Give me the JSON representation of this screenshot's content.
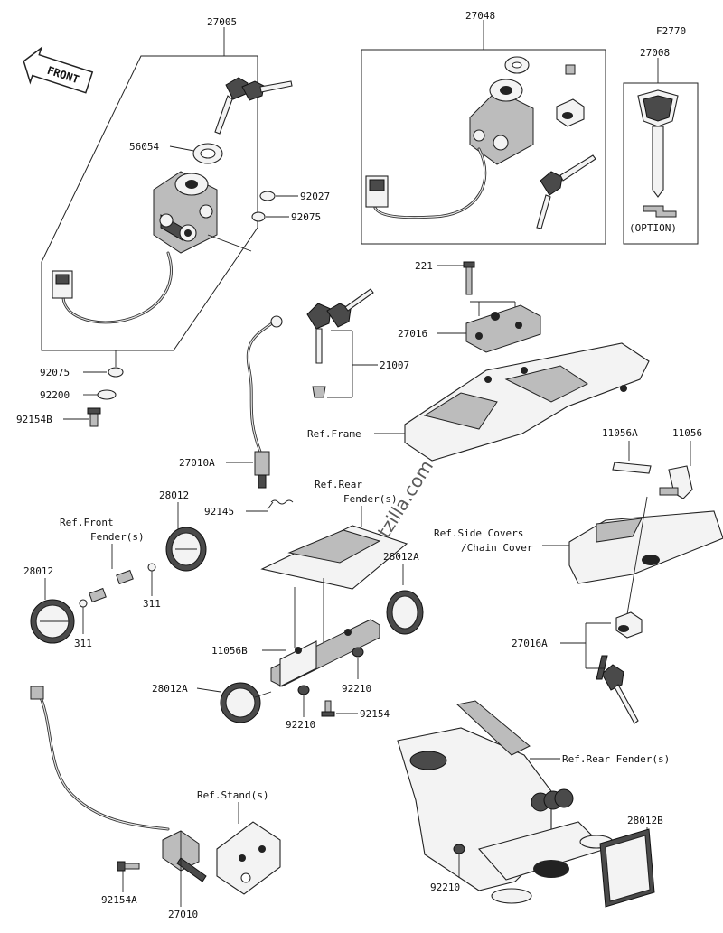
{
  "diagram": {
    "code": "F2770",
    "watermark": "© Partzilla.com",
    "front_label": "FRONT",
    "option_label": "(OPTION)",
    "callouts": {
      "p27005": "27005",
      "p27048": "27048",
      "p27008": "27008",
      "p56054": "56054",
      "p92027": "92027",
      "p92075a": "92075",
      "p92075b": "92075",
      "p92200": "92200",
      "p92154b": "92154B",
      "p221": "221",
      "p27016": "27016",
      "p21007": "21007",
      "ref_frame": "Ref.Frame",
      "p27010a": "27010A",
      "p92145": "92145",
      "ref_rear_fender_1": "Ref.Rear",
      "ref_rear_fender_2": "Fender(s)",
      "p28012_top": "28012",
      "ref_front_fender_1": "Ref.Front",
      "ref_front_fender_2": "Fender(s)",
      "p28012_left": "28012",
      "p311_a": "311",
      "p311_b": "311",
      "p28012a_right": "28012A",
      "p11056b": "11056B",
      "p28012a_left": "28012A",
      "p92210_a": "92210",
      "p92210_b": "92210",
      "p92154": "92154",
      "p11056a": "11056A",
      "p11056": "11056",
      "ref_side_covers_1": "Ref.Side Covers",
      "ref_side_covers_2": "/Chain Cover",
      "p27016a": "27016A",
      "ref_rear_fender_s": "Ref.Rear Fender(s)",
      "ref_stand": "Ref.Stand(s)",
      "p28012b": "28012B",
      "p92210_c": "92210",
      "p92154a": "92154A",
      "p27010": "27010"
    }
  }
}
